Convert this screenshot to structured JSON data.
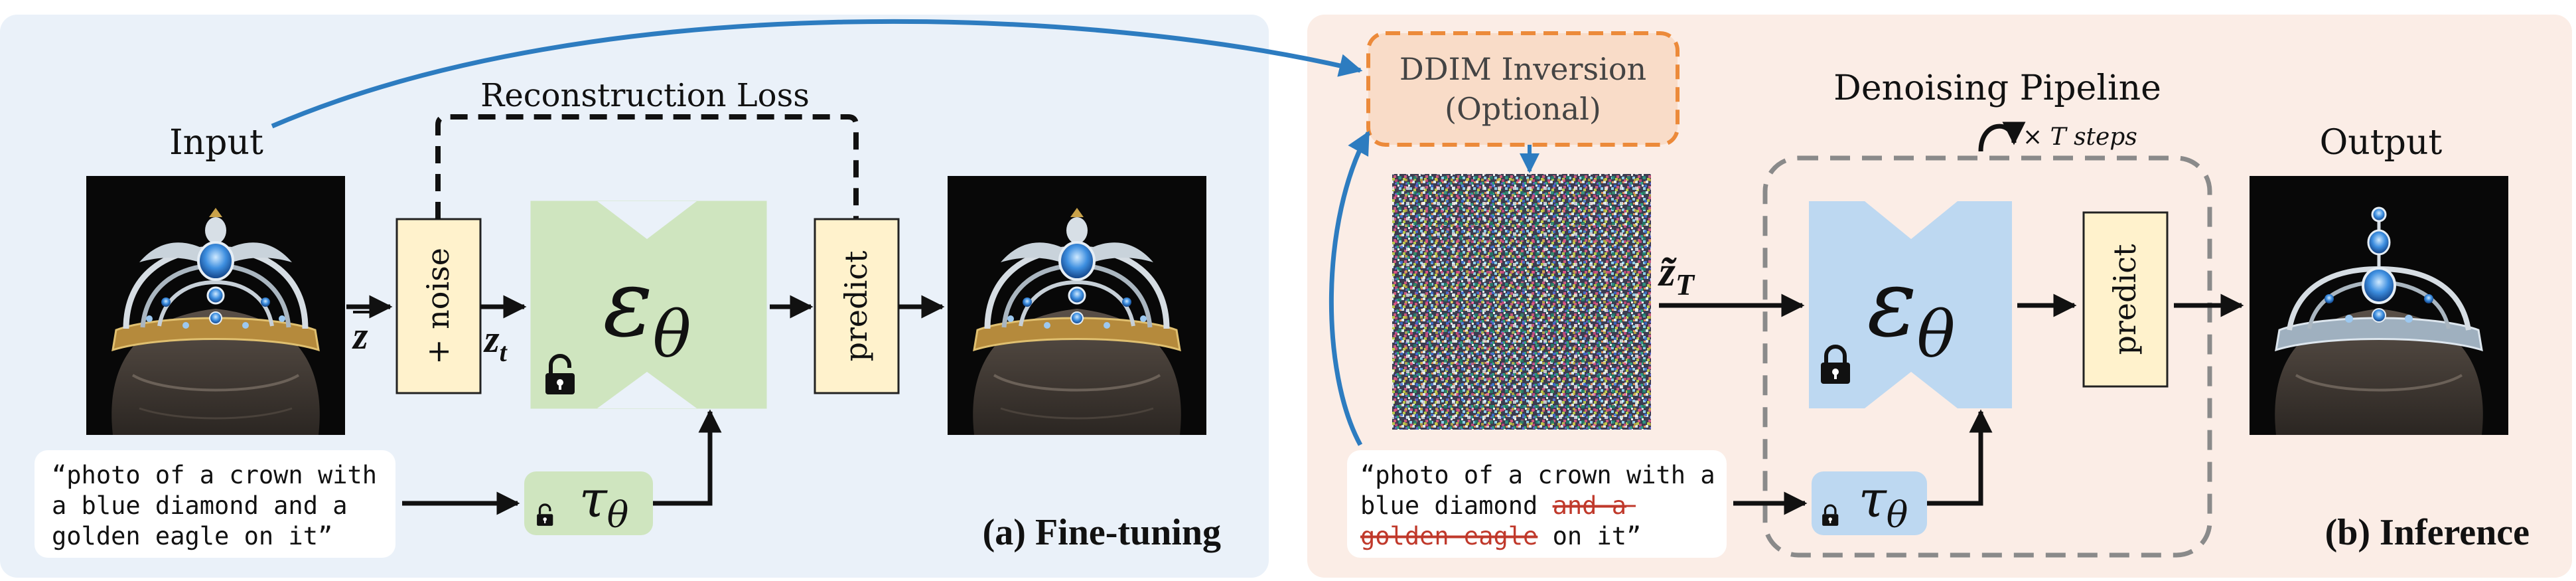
{
  "colors": {
    "left_panel_bg": "#eaf1f9",
    "right_panel_bg": "#fbede6",
    "model_green": "#cfe5bf",
    "model_blue": "#bdd8f1",
    "box_yellow": "#fff2cc",
    "box_border": "#222222",
    "arrow_blue": "#2d7cc0",
    "ddim_orange": "#ec8a3a",
    "ddim_fill": "#f9dcc8",
    "strike_red": "#c0392b",
    "gray_dash": "#8a8a8a"
  },
  "icons": [
    "open-lock-icon",
    "closed-lock-icon",
    "loop-arrow-icon",
    "crown-image",
    "noise-image"
  ],
  "finetune": {
    "input_label": "Input",
    "recon_loss_label": "Reconstruction Loss",
    "z_label": "z",
    "zt_label": "z",
    "zt_sub": "t",
    "noise_label": "+ noise",
    "eps_label": "ε",
    "eps_sub": "θ",
    "predict_label": "predict",
    "tau_label": "τ",
    "tau_sub": "θ",
    "prompt_line1": "“photo of a crown with",
    "prompt_line2": "a blue diamond and a",
    "prompt_line3": "golden eagle on it”",
    "panel_title": "(a) Fine-tuning"
  },
  "inference": {
    "ddim_line1": "DDIM Inversion",
    "ddim_line2": "(Optional)",
    "pipeline_label": "Denoising Pipeline",
    "steps_label": "× T steps",
    "zT_label": "z̃",
    "zT_sub": "T",
    "eps_label": "ε",
    "eps_sub": "θ",
    "predict_label": "predict",
    "output_label": "Output",
    "tau_label": "τ",
    "tau_sub": "θ",
    "prompt_line1": "“photo of a crown with a",
    "prompt_line2_a": "blue diamond ",
    "prompt_line2_struck": "and a",
    "prompt_line3_struck": "golden eagle",
    "prompt_line3_b": " on it”",
    "panel_title": "(b) Inference"
  }
}
